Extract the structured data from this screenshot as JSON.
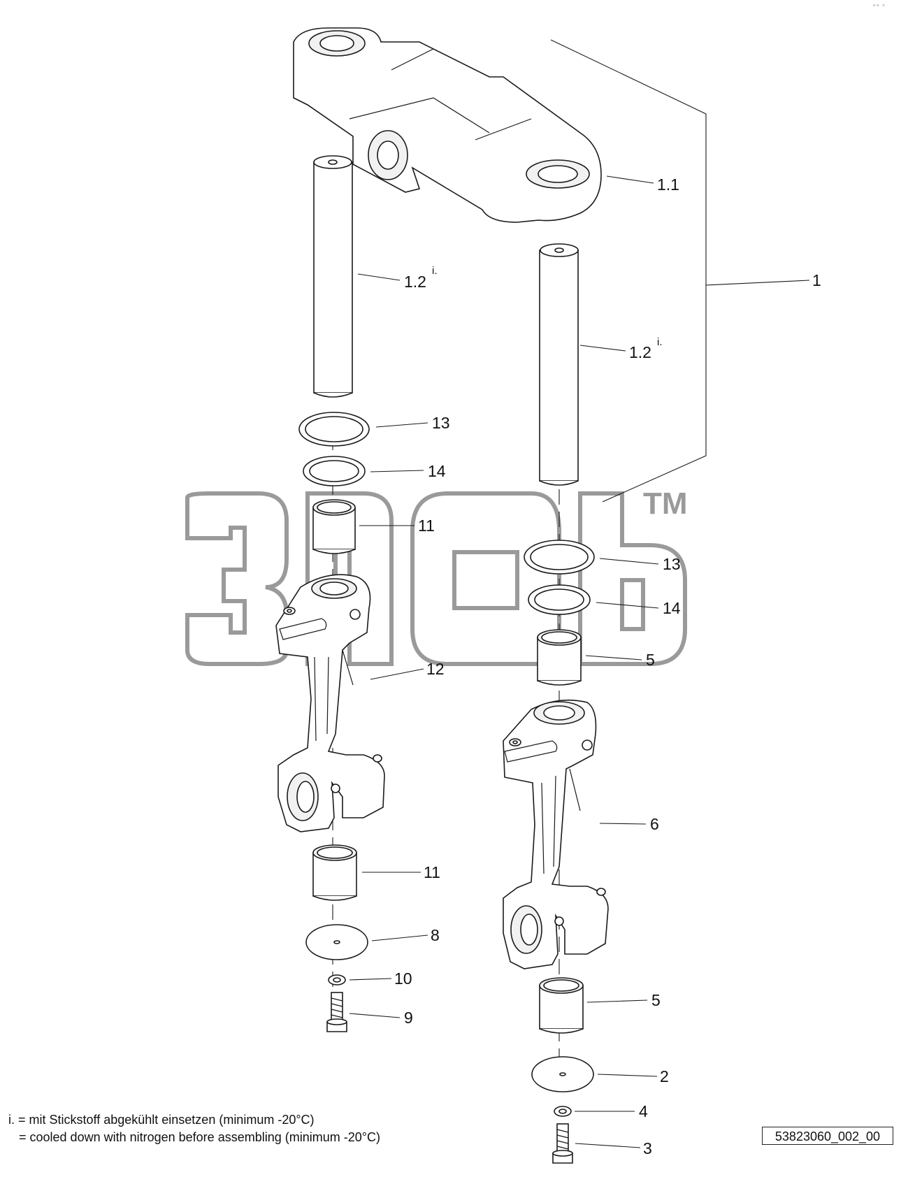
{
  "callouts": {
    "c1_1": "1.1",
    "c1": "1",
    "c1_2_left": "1.2",
    "c1_2_right": "1.2",
    "superscript_i": "i.",
    "c13_left": "13",
    "c14_left": "14",
    "c11_top": "11",
    "c12": "12",
    "c13_right": "13",
    "c14_right": "14",
    "c5_top": "5",
    "c6": "6",
    "c11_bottom": "11",
    "c8": "8",
    "c10": "10",
    "c9": "9",
    "c5_bottom": "5",
    "c2": "2",
    "c4": "4",
    "c3": "3"
  },
  "notes": {
    "line1": "i. = mit Stickstoff abgekühlt einsetzen (minimum -20°C)",
    "line2": "   = cooled down with nitrogen before assembling (minimum -20°C)"
  },
  "drawing_id": "53823060_002_00",
  "watermark_tm": "TM",
  "colors": {
    "line": "#1a1a1a",
    "watermark": "#9a9a9a",
    "background": "#ffffff"
  }
}
